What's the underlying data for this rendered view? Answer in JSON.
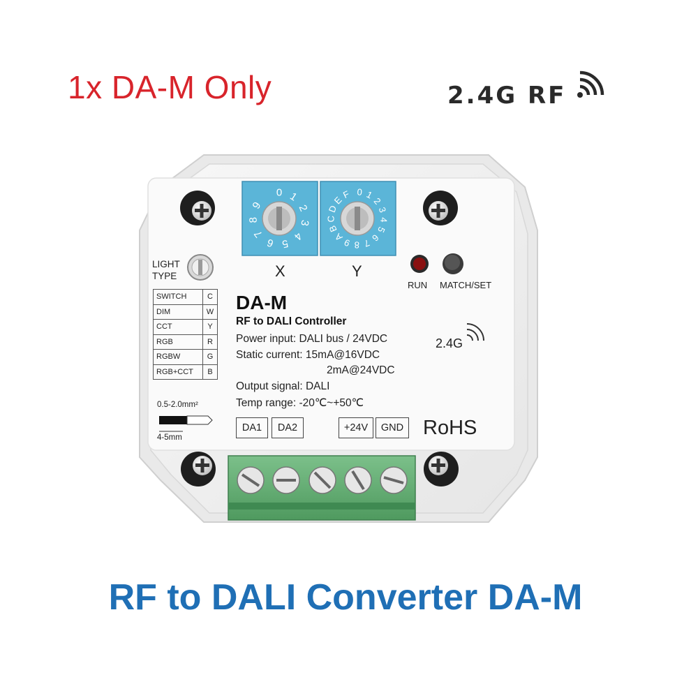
{
  "headline": "1x DA-M Only",
  "rf_logo": "2.4G RF",
  "caption": "RF to DALI Converter DA-M",
  "device": {
    "light_type_label": [
      "LIGHT",
      "TYPE"
    ],
    "type_table": [
      {
        "name": "SWITCH",
        "code": "C"
      },
      {
        "name": "DIM",
        "code": "W"
      },
      {
        "name": "CCT",
        "code": "Y"
      },
      {
        "name": "RGB",
        "code": "R"
      },
      {
        "name": "RGBW",
        "code": "G"
      },
      {
        "name": "RGB+CCT",
        "code": "B"
      }
    ],
    "model": "DA-M",
    "subtitle": "RF to DALI Controller",
    "specs": {
      "power": "Power input: DALI bus / 24VDC",
      "static_1": "Static current: 15mA@16VDC",
      "static_2": "2mA@24VDC",
      "output": "Output signal: DALI",
      "temp": "Temp range: -20℃~+50℃"
    },
    "dial_x": {
      "label": "X",
      "digits": [
        "0",
        "1",
        "2",
        "3",
        "4",
        "5",
        "6",
        "7",
        "8",
        "9"
      ]
    },
    "dial_y": {
      "label": "Y",
      "digits": [
        "0",
        "1",
        "2",
        "3",
        "4",
        "5",
        "6",
        "7",
        "8",
        "9",
        "A",
        "B",
        "C",
        "D",
        "E",
        "F"
      ]
    },
    "run_label": "RUN",
    "matchset_label": "MATCH/SET",
    "rf_text": "2.4G",
    "rohs": "RoHS",
    "wire_gauge": "0.5-2.0mm²",
    "strip_length": "4-5mm",
    "terminals": {
      "da1": "DA1",
      "da2": "DA2",
      "v24": "+24V",
      "gnd": "GND"
    }
  },
  "colors": {
    "headline": "#d8242b",
    "caption": "#1f6fb5",
    "dial_blue": "#5bb5d8",
    "terminal_green": "#6cb37a",
    "run_led": "#8a1010"
  }
}
